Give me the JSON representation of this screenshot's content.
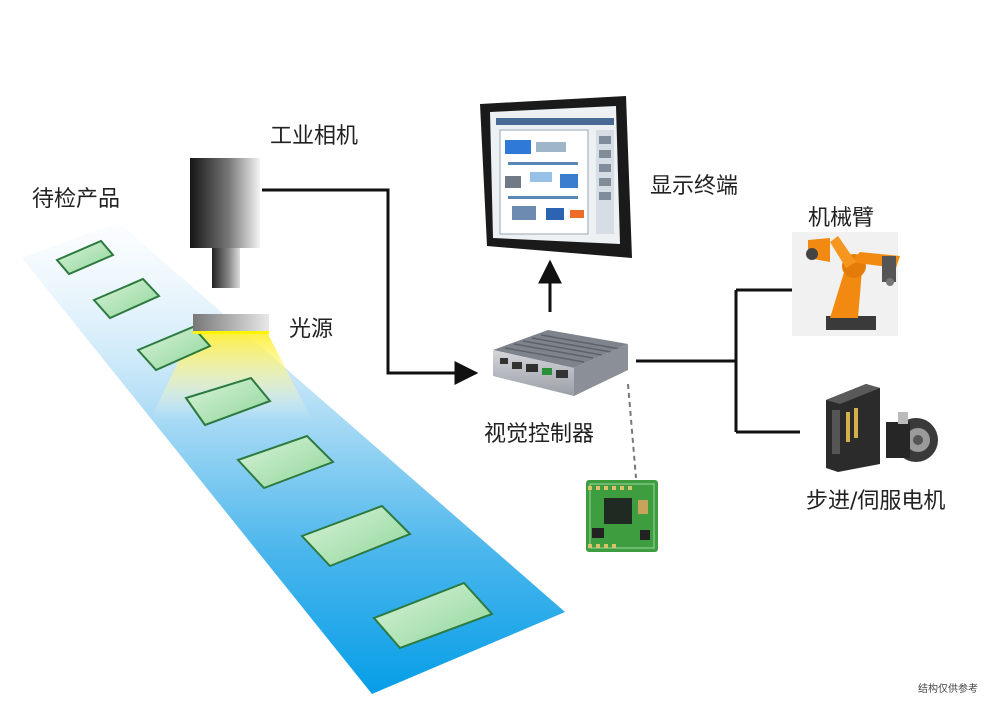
{
  "labels": {
    "products": "待检产品",
    "camera": "工业相机",
    "light_source": "光源",
    "display_terminal": "显示终端",
    "vision_controller": "视觉控制器",
    "robot_arm": "机械臂",
    "motor": "步进/伺服电机"
  },
  "footnote": "结构仅供参考",
  "colors": {
    "belt_start": "#f4f9fd",
    "belt_end": "#0a9de6",
    "product_fill": "#bde9bf",
    "product_stroke": "#2d7a3f",
    "beam": "#fff03c",
    "arrow": "#111111",
    "robot_orange": "#f28a12",
    "pcb_green": "#3e9d3f"
  }
}
